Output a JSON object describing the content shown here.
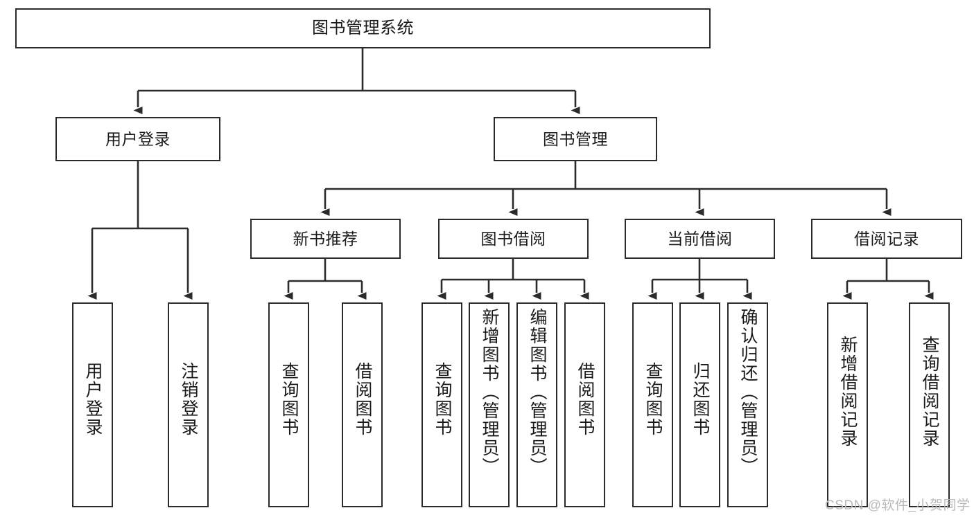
{
  "diagram": {
    "type": "tree-hierarchy",
    "title": "图书管理系统",
    "style": {
      "box_border_color": "#2b2b2b",
      "box_fill_color": "#ffffff",
      "line_color": "#2b2b2b",
      "text_color": "#1a1a1a",
      "background": "#ffffff"
    },
    "root": {
      "label": "图书管理系统",
      "children": [
        {
          "label": "用户登录",
          "children": [
            {
              "label": "用户登录"
            },
            {
              "label": "注销登录"
            }
          ]
        },
        {
          "label": "图书管理",
          "children": [
            {
              "label": "新书推荐",
              "children": [
                {
                  "label": "查询图书"
                },
                {
                  "label": "借阅图书"
                }
              ]
            },
            {
              "label": "图书借阅",
              "children": [
                {
                  "label": "查询图书"
                },
                {
                  "label": "新增图书（管理员）"
                },
                {
                  "label": "编辑图书（管理员）"
                },
                {
                  "label": "借阅图书"
                }
              ]
            },
            {
              "label": "当前借阅",
              "children": [
                {
                  "label": "查询图书"
                },
                {
                  "label": "归还图书"
                },
                {
                  "label": "确认归还（管理员）"
                }
              ]
            },
            {
              "label": "借阅记录",
              "children": [
                {
                  "label": "新增借阅记录"
                },
                {
                  "label": "查询借阅记录"
                }
              ]
            }
          ]
        }
      ]
    }
  },
  "nodes": {
    "root": "图书管理系统",
    "l2_user_login": "用户登录",
    "l2_book_manage": "图书管理",
    "l3_new_book": "新书推荐",
    "l3_book_borrow": "图书借阅",
    "l3_current_borrow": "当前借阅",
    "l3_borrow_record": "借阅记录",
    "leaf_user_login": "用户登录",
    "leaf_logout": "注销登录",
    "leaf_nb_query": "查询图书",
    "leaf_nb_borrow": "借阅图书",
    "leaf_bb_query": "查询图书",
    "leaf_bb_add": "新增图书（管理员）",
    "leaf_bb_edit": "编辑图书（管理员）",
    "leaf_bb_borrow": "借阅图书",
    "leaf_cb_query": "查询图书",
    "leaf_cb_return": "归还图书",
    "leaf_cb_confirm": "确认归还（管理员）",
    "leaf_br_add": "新增借阅记录",
    "leaf_br_query": "查询借阅记录"
  },
  "watermark": {
    "text": "CSDN @软件_小贺同学"
  }
}
